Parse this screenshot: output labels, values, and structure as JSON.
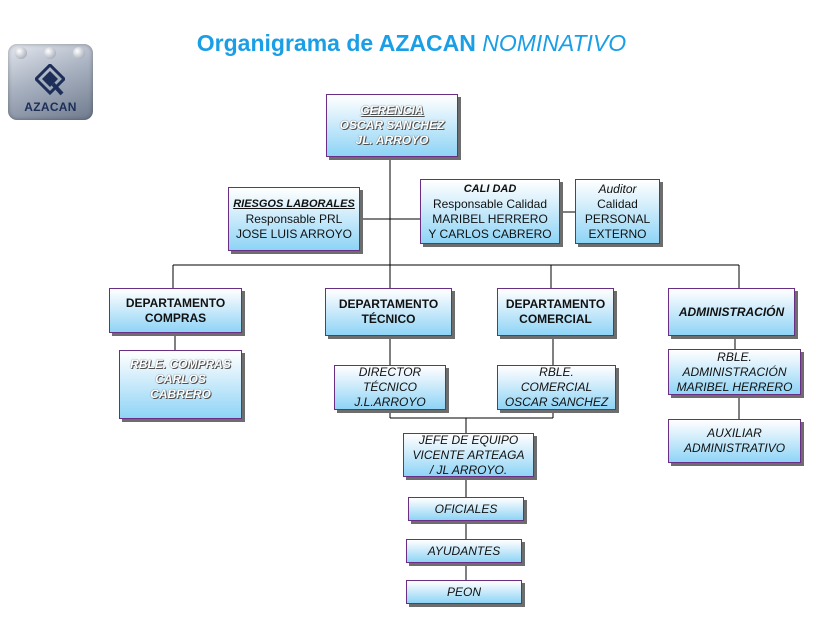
{
  "title": {
    "bold_part": "Organigrama de AZACAN",
    "italic_part": "NOMINATIVO"
  },
  "logo": {
    "text": "AZACAN"
  },
  "colors": {
    "title": "#1a9ee6",
    "box_border": "#6a2e86",
    "box_top": "#ffffff",
    "box_bottom": "#8ed4f6",
    "connector": "#000000"
  },
  "nodes": {
    "gerencia": [
      "GERENCIA",
      "OSCAR SANCHEZ",
      "JL. ARROYO"
    ],
    "riesgos": [
      "RIESGOS LABORALES",
      "Responsable PRL",
      "JOSE LUIS ARROYO"
    ],
    "calidad": [
      "CALI DAD",
      "Responsable Calidad",
      "MARIBEL HERRERO",
      "Y CARLOS CABRERO"
    ],
    "auditor": [
      "Auditor",
      "Calidad",
      "PERSONAL",
      "EXTERNO"
    ],
    "dep_compras": [
      "DEPARTAMENTO",
      "COMPRAS"
    ],
    "dep_tecnico": [
      "DEPARTAMENTO",
      "TÉCNICO"
    ],
    "dep_comercial": [
      "DEPARTAMENTO",
      "COMERCIAL"
    ],
    "administracion": [
      "ADMINISTRACIÓN"
    ],
    "rble_compras": [
      "RBLE. COMPRAS",
      "CARLOS",
      "CABRERO"
    ],
    "director_tecnico": [
      "DIRECTOR",
      "TÉCNICO",
      "J.L.ARROYO"
    ],
    "rble_comercial": [
      "RBLE.",
      "COMERCIAL",
      "OSCAR SANCHEZ"
    ],
    "rble_administracion": [
      "RBLE.",
      "ADMINISTRACIÓN",
      "MARIBEL HERRERO"
    ],
    "auxiliar": [
      "AUXILIAR",
      "ADMINISTRATIVO"
    ],
    "jefe_equipo": [
      "JEFE DE EQUIPO",
      "VICENTE ARTEAGA",
      "/ JL ARROYO."
    ],
    "oficiales": [
      "OFICIALES"
    ],
    "ayudantes": [
      "AYUDANTES"
    ],
    "peon": [
      "PEON"
    ]
  }
}
